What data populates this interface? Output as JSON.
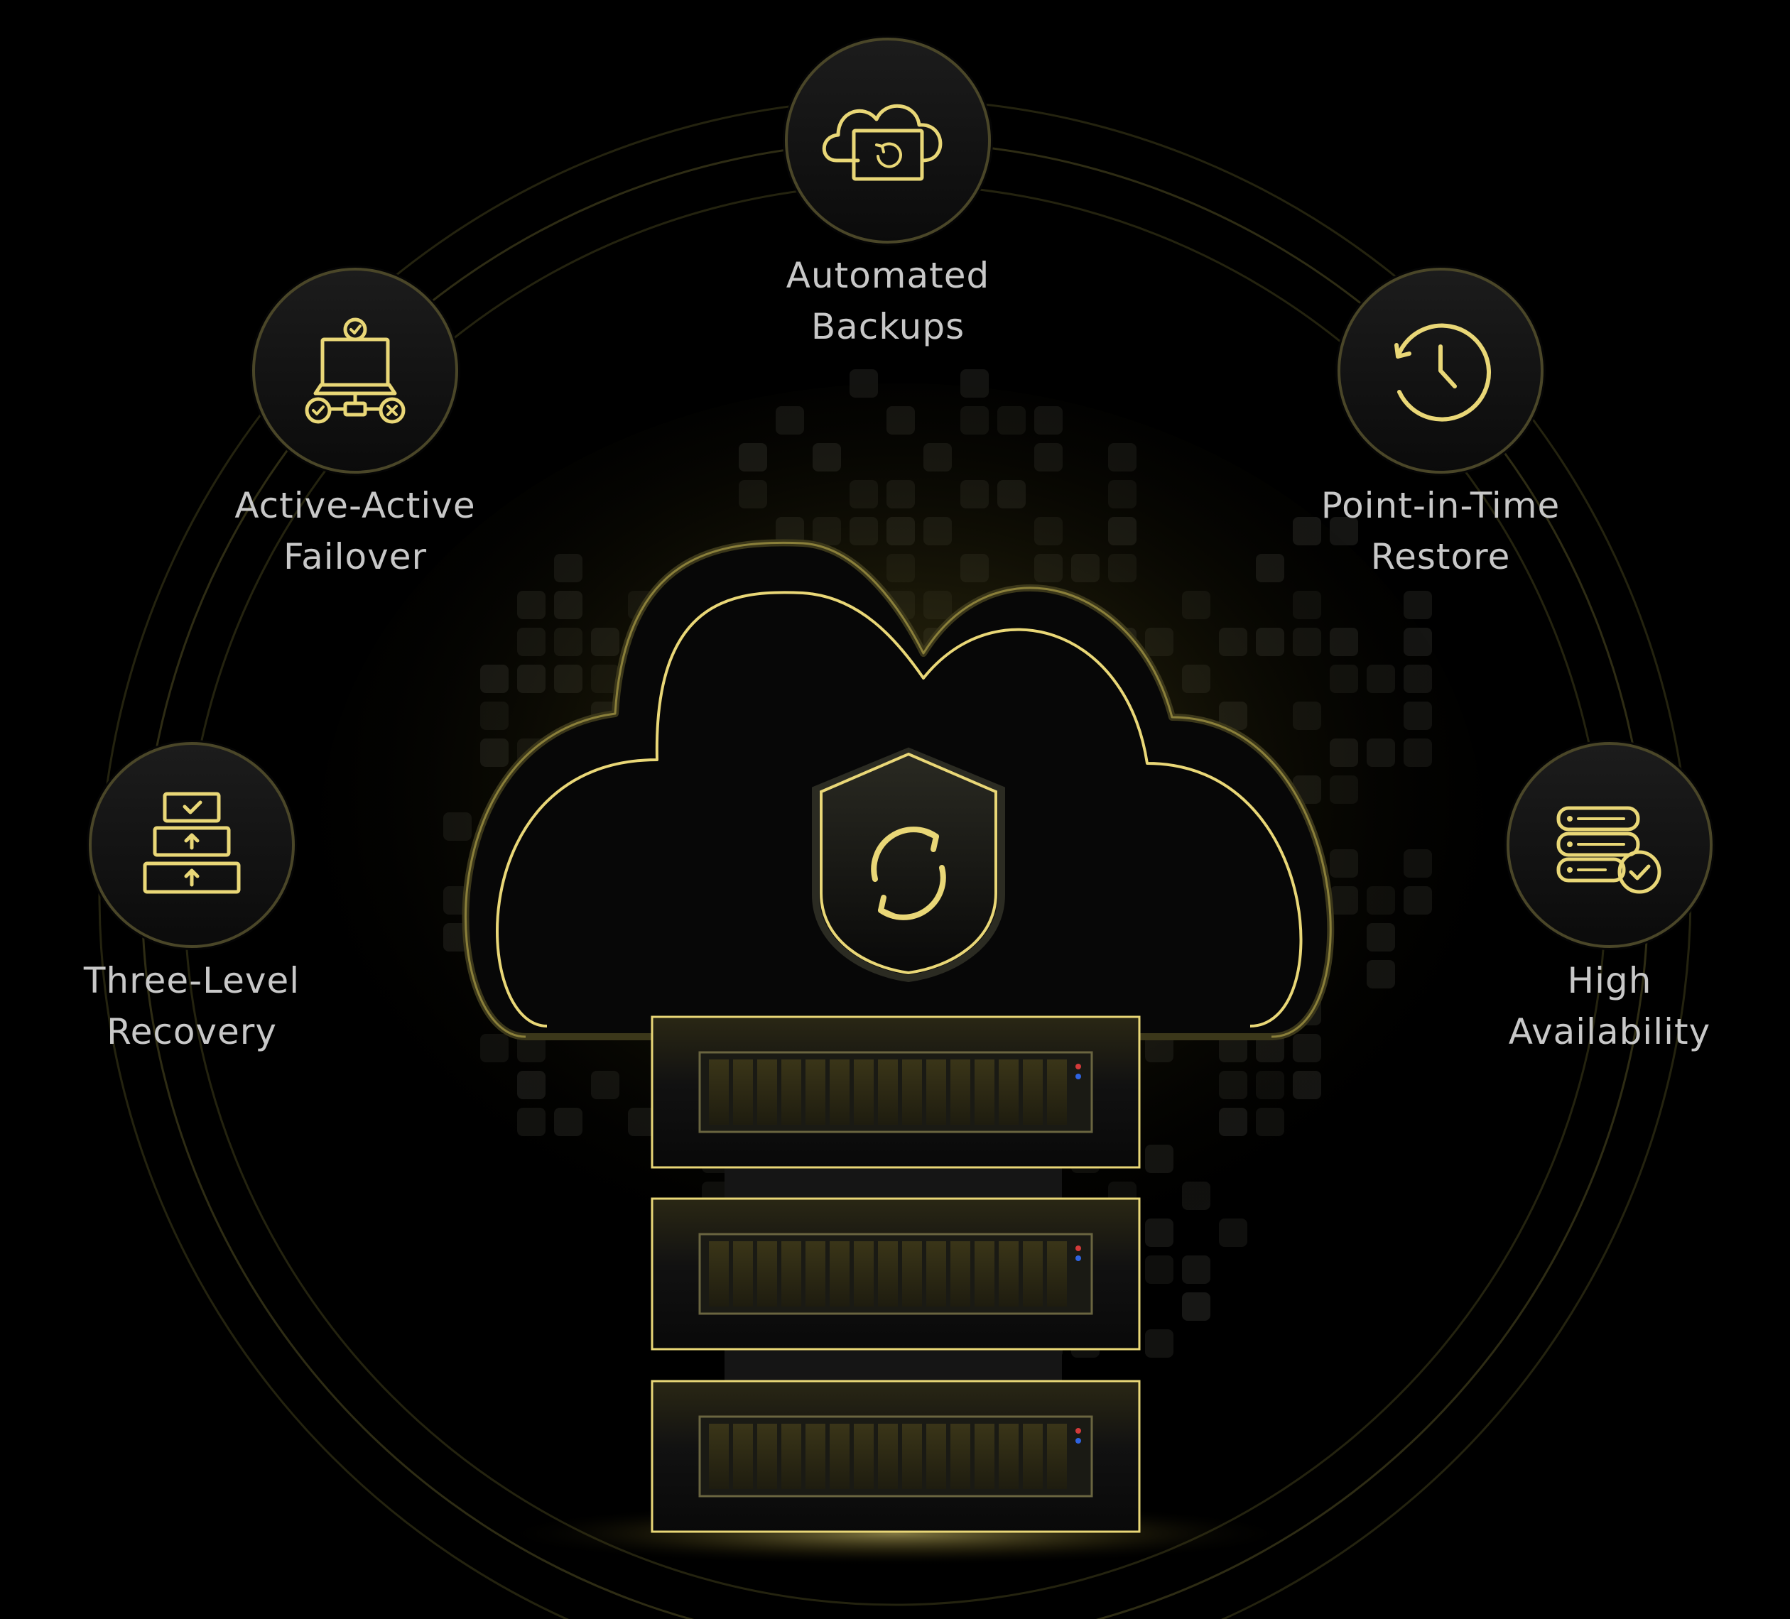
{
  "colors": {
    "background": "#000000",
    "accent": "#e9d777",
    "accent_dim": "#5a5324",
    "label": "#c8c8c8",
    "led_red": "#d23a3a",
    "led_blue": "#2f63e0"
  },
  "features": [
    {
      "id": "automated-backups",
      "icon": "cloud-backup-icon",
      "line1": "Automated",
      "line2": "Backups"
    },
    {
      "id": "active-active-failover",
      "icon": "network-failover-icon",
      "line1": "Active-Active",
      "line2": "Failover"
    },
    {
      "id": "point-in-time-restore",
      "icon": "history-clock-icon",
      "line1": "Point-in-Time",
      "line2": "Restore"
    },
    {
      "id": "three-level-recovery",
      "icon": "stacked-levels-icon",
      "line1": "Three-Level",
      "line2": "Recovery"
    },
    {
      "id": "high-availability",
      "icon": "server-check-icon",
      "line1": "High",
      "line2": "Availability"
    }
  ],
  "center": {
    "cloud_icon": "cloud-outline-icon",
    "shield_icon": "shield-sync-icon",
    "server_icon": "server-rack-icon",
    "server_units": 3
  }
}
